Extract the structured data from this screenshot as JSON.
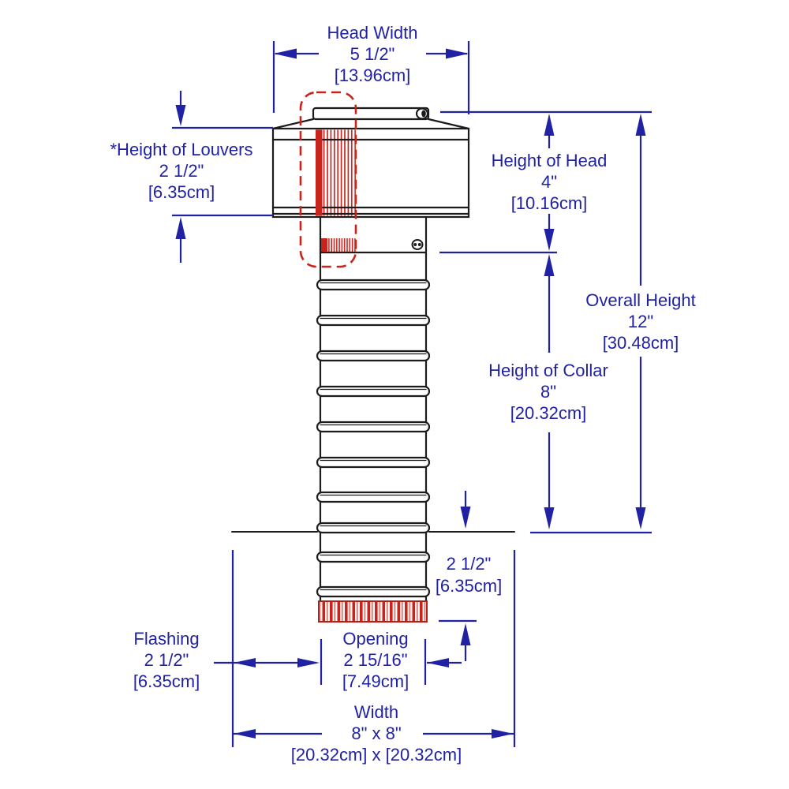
{
  "colors": {
    "dimension_blue": "#2121a3",
    "outline_black": "#1c1c1c",
    "highlight_red": "#c9241c",
    "highlight_red_light": "#dd8d86",
    "background": "#ffffff"
  },
  "dims": {
    "head_width": {
      "label": "Head Width",
      "imperial": "5 1/2\"",
      "metric": "[13.96cm]"
    },
    "louvers_height": {
      "label": "*Height of Louvers",
      "imperial": "2 1/2\"",
      "metric": "[6.35cm]"
    },
    "head_height": {
      "label": "Height of Head",
      "imperial": "4\"",
      "metric": "[10.16cm]"
    },
    "overall_height": {
      "label": "Overall Height",
      "imperial": "12\"",
      "metric": "[30.48cm]"
    },
    "collar_height": {
      "label": "Height of Collar",
      "imperial": "8\"",
      "metric": "[20.32cm]"
    },
    "flashing_height": {
      "imperial": "2 1/2\"",
      "metric": "[6.35cm]"
    },
    "flashing_width": {
      "label": "Flashing",
      "imperial": "2 1/2\"",
      "metric": "[6.35cm]"
    },
    "opening": {
      "label": "Opening",
      "imperial": "2 15/16\"",
      "metric": "[7.49cm]"
    },
    "base_width": {
      "label": "Width",
      "imperial": "8\" x 8\"",
      "metric": "[20.32cm] x [20.32cm]"
    }
  }
}
